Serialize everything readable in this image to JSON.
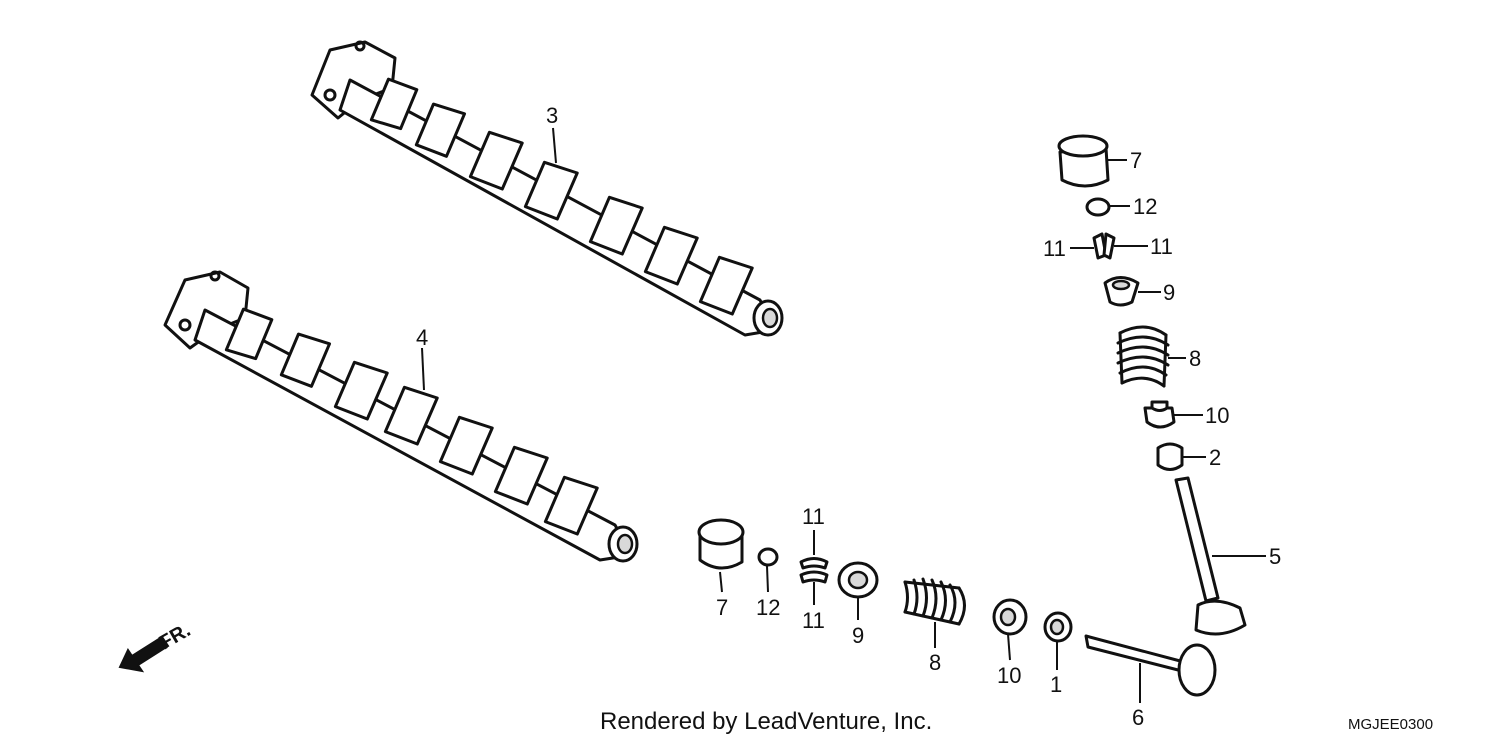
{
  "diagram": {
    "callouts": {
      "c1": "1",
      "c2": "2",
      "c3": "3",
      "c4": "4",
      "c5": "5",
      "c6": "6",
      "c7a": "7",
      "c7b": "7",
      "c8a": "8",
      "c8b": "8",
      "c9a": "9",
      "c9b": "9",
      "c10a": "10",
      "c10b": "10",
      "c11a": "11",
      "c11b": "11",
      "c11c": "11",
      "c11d": "11",
      "c12a": "12",
      "c12b": "12"
    },
    "front_arrow_label": "FR.",
    "credit": "Rendered by LeadVenture, Inc.",
    "diagram_code": "MGJEE0300"
  }
}
